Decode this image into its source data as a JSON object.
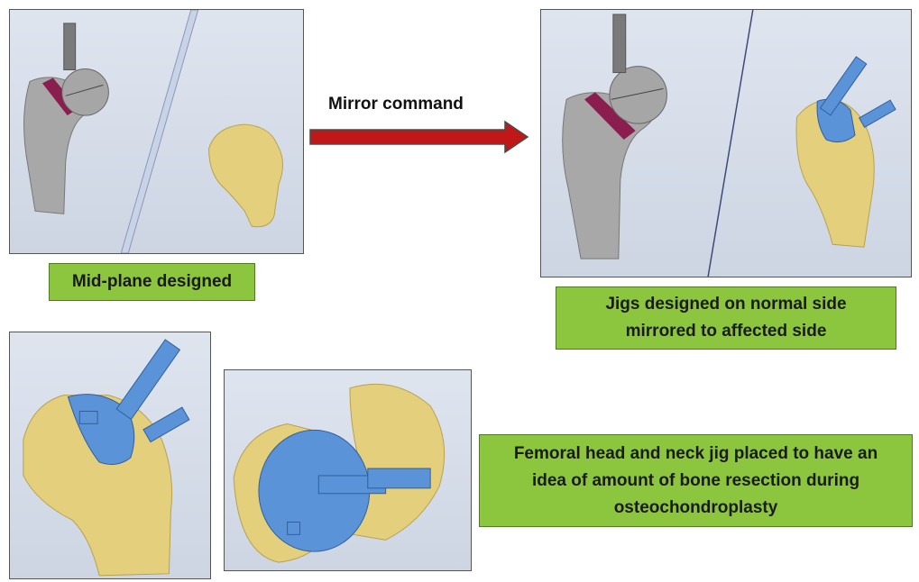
{
  "labels": {
    "mirror_command": "Mirror command",
    "mid_plane": "Mid-plane designed",
    "jigs_line1": "Jigs designed on normal side",
    "jigs_line2": "mirrored to affected side",
    "femoral_line1": "Femoral head and neck jig placed to have an",
    "femoral_line2": "idea of amount of bone resection during",
    "femoral_line3": "osteochondroplasty"
  },
  "colors": {
    "label_green": "#8cc63f",
    "arrow_red": "#c01818",
    "bone_yellow": "#e3cf7c",
    "jig_blue": "#5b93d8",
    "grey_model": "#a9a9a9",
    "collar_magenta": "#8a1f4f"
  }
}
